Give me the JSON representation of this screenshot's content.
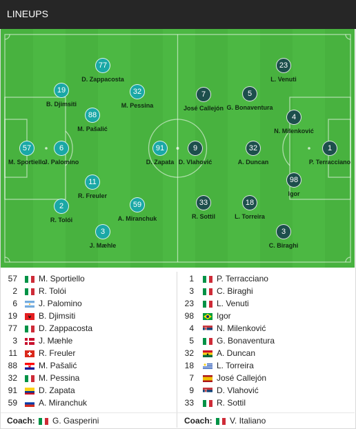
{
  "header": {
    "title": "LINEUPS"
  },
  "colors": {
    "home_marker": "#1aa8a6",
    "away_marker": "#1d4f4c",
    "pitch": "#4cb843",
    "header_bg": "#262626"
  },
  "pitch": {
    "home": [
      {
        "num": "57",
        "name": "M. Sportiello"
      },
      {
        "num": "6",
        "name": "J. Palomino"
      },
      {
        "num": "19",
        "name": "B. Djimsiti"
      },
      {
        "num": "2",
        "name": "R. Tolói"
      },
      {
        "num": "77",
        "name": "D. Zappacosta"
      },
      {
        "num": "88",
        "name": "M. Pašalić"
      },
      {
        "num": "11",
        "name": "R. Freuler"
      },
      {
        "num": "3",
        "name": "J. Mæhle"
      },
      {
        "num": "32",
        "name": "M. Pessina"
      },
      {
        "num": "59",
        "name": "A. Miranchuk"
      },
      {
        "num": "91",
        "name": "D. Zapata"
      }
    ],
    "away": [
      {
        "num": "1",
        "name": "P. Terracciano"
      },
      {
        "num": "23",
        "name": "L. Venuti"
      },
      {
        "num": "4",
        "name": "N. Milenković"
      },
      {
        "num": "98",
        "name": "Igor"
      },
      {
        "num": "3",
        "name": "C. Biraghi"
      },
      {
        "num": "5",
        "name": "G. Bonaventura"
      },
      {
        "num": "32",
        "name": "A. Duncan"
      },
      {
        "num": "18",
        "name": "L. Torreira"
      },
      {
        "num": "7",
        "name": "José Callejón"
      },
      {
        "num": "33",
        "name": "R. Sottil"
      },
      {
        "num": "9",
        "name": "D. Vlahović"
      }
    ]
  },
  "home_list": [
    {
      "num": "57",
      "name": "M. Sportiello",
      "flag": "italy-flag"
    },
    {
      "num": "2",
      "name": "R. Tolói",
      "flag": "italy-flag"
    },
    {
      "num": "6",
      "name": "J. Palomino",
      "flag": "argentina-flag"
    },
    {
      "num": "19",
      "name": "B. Djimsiti",
      "flag": "albania-flag"
    },
    {
      "num": "77",
      "name": "D. Zappacosta",
      "flag": "italy-flag"
    },
    {
      "num": "3",
      "name": "J. Mæhle",
      "flag": "denmark-flag"
    },
    {
      "num": "11",
      "name": "R. Freuler",
      "flag": "switzerland-flag"
    },
    {
      "num": "88",
      "name": "M. Pašalić",
      "flag": "croatia-flag"
    },
    {
      "num": "32",
      "name": "M. Pessina",
      "flag": "italy-flag"
    },
    {
      "num": "91",
      "name": "D. Zapata",
      "flag": "colombia-flag"
    },
    {
      "num": "59",
      "name": "A. Miranchuk",
      "flag": "russia-flag"
    }
  ],
  "away_list": [
    {
      "num": "1",
      "name": "P. Terracciano",
      "flag": "italy-flag"
    },
    {
      "num": "3",
      "name": "C. Biraghi",
      "flag": "italy-flag"
    },
    {
      "num": "23",
      "name": "L. Venuti",
      "flag": "italy-flag"
    },
    {
      "num": "98",
      "name": "Igor",
      "flag": "brazil-flag"
    },
    {
      "num": "4",
      "name": "N. Milenković",
      "flag": "serbia-flag"
    },
    {
      "num": "5",
      "name": "G. Bonaventura",
      "flag": "italy-flag"
    },
    {
      "num": "32",
      "name": "A. Duncan",
      "flag": "ghana-flag"
    },
    {
      "num": "18",
      "name": "L. Torreira",
      "flag": "uruguay-flag"
    },
    {
      "num": "7",
      "name": "José Callejón",
      "flag": "spain-flag"
    },
    {
      "num": "9",
      "name": "D. Vlahović",
      "flag": "serbia-flag"
    },
    {
      "num": "33",
      "name": "R. Sottil",
      "flag": "italy-flag"
    }
  ],
  "coaches": {
    "label": "Coach:",
    "home": {
      "name": "G. Gasperini",
      "flag": "italy-flag"
    },
    "away": {
      "name": "V. Italiano",
      "flag": "italy-flag"
    }
  }
}
